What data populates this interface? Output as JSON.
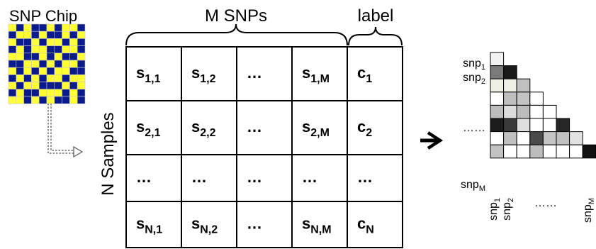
{
  "snp_chip": {
    "title": "SNP Chip",
    "colors": {
      "background": "#0b1a8c",
      "spot": "#ffff33",
      "grid": "#c8c8c8"
    },
    "pattern": [
      "1010010110",
      "0110100101",
      "1001011010",
      "0101100110",
      "1100101001",
      "0011010110",
      "1010101100",
      "0101011011",
      "1011000101",
      "0100111010",
      "1101010010"
    ]
  },
  "matrix": {
    "header_snps": "M SNPs",
    "header_label": "label",
    "row_axis_label": "N Samples",
    "rows": [
      [
        [
          "s",
          "1,1"
        ],
        [
          "s",
          "1,2"
        ],
        [
          "…",
          ""
        ],
        [
          "s",
          "1,M"
        ],
        [
          "c",
          "1"
        ]
      ],
      [
        [
          "s",
          "2,1"
        ],
        [
          "s",
          "2,2"
        ],
        [
          "…",
          ""
        ],
        [
          "s",
          "2,M"
        ],
        [
          "c",
          "2"
        ]
      ],
      [
        [
          "…",
          ""
        ],
        [
          "…",
          ""
        ],
        [
          "…",
          ""
        ],
        [
          "…",
          ""
        ],
        [
          "…",
          ""
        ]
      ],
      [
        [
          "s",
          "N,1"
        ],
        [
          "s",
          "N,2"
        ],
        [
          "…",
          ""
        ],
        [
          "s",
          "N,M"
        ],
        [
          "c",
          "N"
        ]
      ]
    ]
  },
  "arrow_glyph": "➔",
  "ld_matrix": {
    "row_labels": [
      {
        "base": "snp",
        "sub": "1"
      },
      {
        "base": "snp",
        "sub": "2"
      },
      {
        "base": "……",
        "sub": ""
      },
      {
        "base": "snp",
        "sub": "M"
      }
    ],
    "col_labels": [
      {
        "base": "snp",
        "sub": "1"
      },
      {
        "base": "snp",
        "sub": "2"
      },
      {
        "base": "……",
        "sub": ""
      },
      {
        "base": "snp",
        "sub": "M"
      }
    ],
    "shades": [
      [
        "#f2f2f2"
      ],
      [
        "#7a7a7a",
        "#1a1a1a"
      ],
      [
        "#eef0e4",
        "#eef0e4",
        "#c0c0c0"
      ],
      [
        "#ffffff",
        "#bfbfbf",
        "#c4c4c4",
        "#ffffff"
      ],
      [
        "#bcbcbc",
        "#dcdcdc",
        "#bdbdbd",
        "#ffffff",
        "#ffffff"
      ],
      [
        "#1c1c1c",
        "#3a3a3a",
        "#dedede",
        "#ffffff",
        "#ffffff",
        "#262626"
      ],
      [
        "#ffffff",
        "#bfbfbf",
        "#ffffff",
        "#4a4a4a",
        "#c4c4c4",
        "#c0c0c0",
        "#e2e2e2"
      ],
      [
        "#c2c2c2",
        "#ffffff",
        "#ffffff",
        "#bdbdbd",
        "#ffffff",
        "#ffffff",
        "#ffffff",
        "#111111"
      ]
    ]
  }
}
